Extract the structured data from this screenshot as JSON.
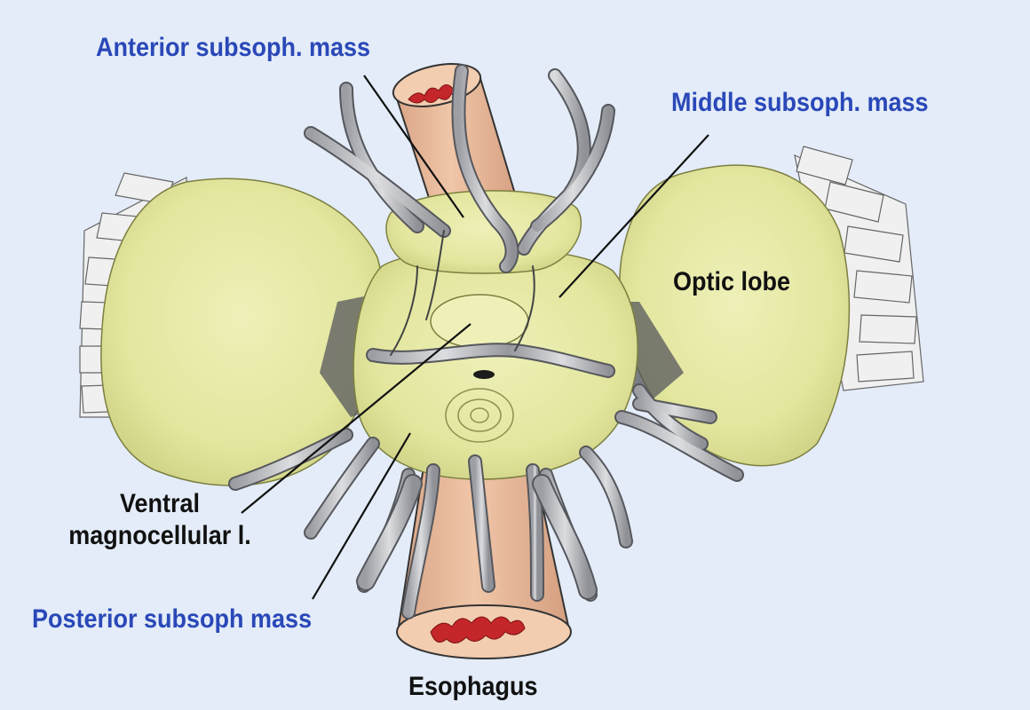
{
  "labels": {
    "anterior": "Anterior subsoph. mass",
    "middle": "Middle subsoph. mass",
    "optic": "Optic lobe",
    "ventral_line1": "Ventral",
    "ventral_line2": "magnocellular l.",
    "posterior": "Posterior subsoph mass",
    "esophagus": "Esophagus"
  },
  "colors": {
    "background": "#e3ecf8",
    "label_blue": "#2a48b8",
    "label_black": "#111111",
    "brain_tissue": "#e6e9a6",
    "esophagus": "#e8b99a",
    "esophagus_lumen": "#c4262a",
    "nerve": "#c6c8cc",
    "fringe": "#f0f0f0"
  }
}
